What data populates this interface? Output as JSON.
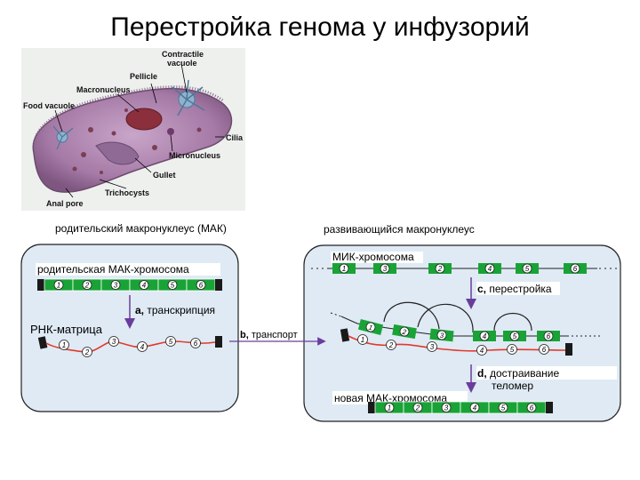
{
  "title": "Перестройка генома у инфузорий",
  "cell_labels": {
    "contractile_vacuole_1": "Contractile",
    "contractile_vacuole_2": "vacuole",
    "pellicle": "Pellicle",
    "macronucleus": "Macronucleus",
    "food_vacuole": "Food vacuole",
    "cilia": "Cilia",
    "micronucleus": "Micronucleus",
    "gullet": "Gullet",
    "trichocysts": "Trichocysts",
    "anal_pore": "Anal pore"
  },
  "left_panel": {
    "header": "родительский макронуклеус (МАК)",
    "chromosome_label": "родительская МАК-хромосома",
    "segments": [
      "1",
      "2",
      "3",
      "4",
      "5",
      "6"
    ],
    "step_a_letter": "a,",
    "step_a_text": " транскрипция",
    "rna_label": "РНК-матрица",
    "rna_points": [
      "1",
      "2",
      "3",
      "4",
      "5",
      "6"
    ]
  },
  "transport": {
    "letter": "b,",
    "text": " транспорт"
  },
  "right_panel": {
    "header": "развивающийся макронуклеус",
    "mic_label": "МИК-хромосома",
    "mic_segments": [
      "1",
      "3",
      "2",
      "4",
      "5",
      "6"
    ],
    "step_c_letter": "c,",
    "step_c_text": " перестройка",
    "rearr_segments": [
      "1",
      "2",
      "3",
      "4",
      "5",
      "6"
    ],
    "rearr_points": [
      "1",
      "2",
      "3",
      "4",
      "5",
      "6"
    ],
    "step_d_letter": "d,",
    "step_d_text_1": " достраивание",
    "step_d_text_2": "теломер",
    "new_label": "новая МАК-хромосома",
    "new_segments": [
      "1",
      "2",
      "3",
      "4",
      "5",
      "6"
    ]
  },
  "colors": {
    "segment_green": "#19a336",
    "rna_red": "#e03a2c",
    "telomere": "#1a1a1a",
    "arrow": "#6a3d9a",
    "panel_bg": "#dfeaf4"
  }
}
